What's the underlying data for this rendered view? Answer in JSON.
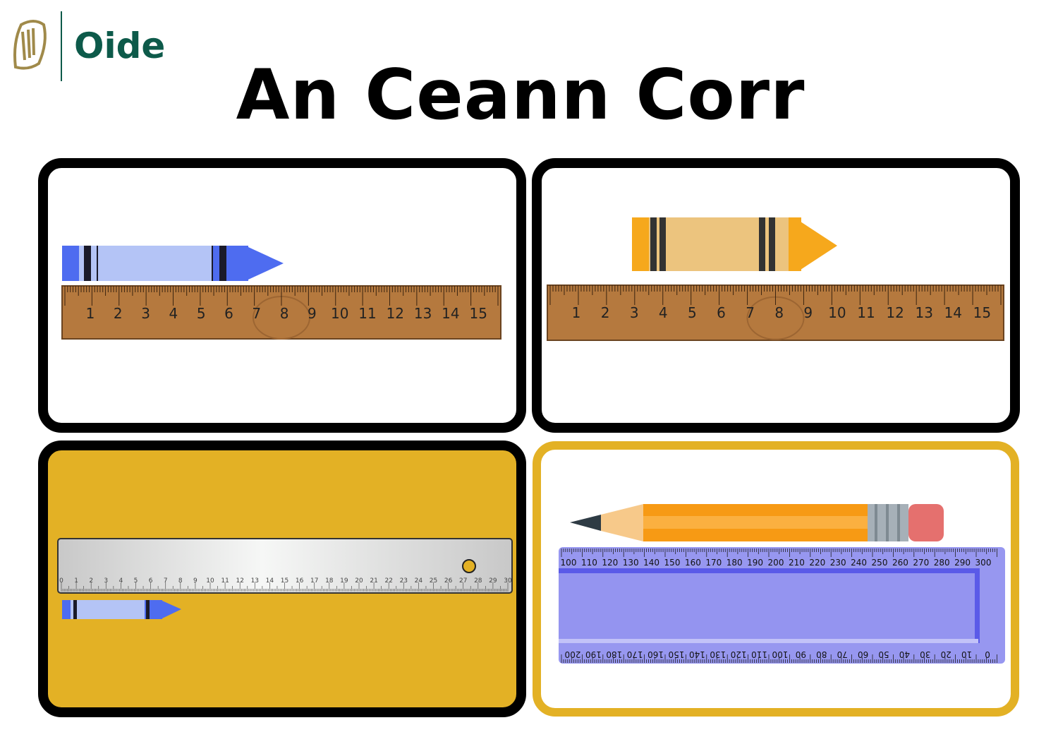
{
  "logo": {
    "name": "Oide",
    "emblem": "harp-icon"
  },
  "title": "An Ceann Corr",
  "colors": {
    "gold": "#e3b125",
    "black": "#000000",
    "oide_green": "#0d5a4a",
    "wood": "#b5793e",
    "crayon_blue": "#4e6cf0",
    "crayon_orange": "#f6a81c",
    "ruler_purple": "#9797f0"
  },
  "panels": [
    {
      "id": "top-left",
      "ruler_labels": [
        "1",
        "2",
        "3",
        "4",
        "5",
        "6",
        "7",
        "8",
        "9",
        "10",
        "11",
        "12",
        "13",
        "14",
        "15"
      ]
    },
    {
      "id": "top-right",
      "ruler_labels": [
        "1",
        "2",
        "3",
        "4",
        "5",
        "6",
        "7",
        "8",
        "9",
        "10",
        "11",
        "12",
        "13",
        "14",
        "15"
      ]
    },
    {
      "id": "bottom-left",
      "ruler_labels": [
        "0",
        "1",
        "2",
        "3",
        "4",
        "5",
        "6",
        "7",
        "8",
        "9",
        "10",
        "11",
        "12",
        "13",
        "14",
        "15",
        "16",
        "17",
        "18",
        "19",
        "20",
        "21",
        "22",
        "23",
        "24",
        "25",
        "26",
        "27",
        "28",
        "29",
        "30"
      ]
    },
    {
      "id": "bottom-right",
      "ruler_top_labels": [
        "100",
        "110",
        "120",
        "130",
        "140",
        "150",
        "160",
        "170",
        "180",
        "190",
        "200",
        "210",
        "220",
        "230",
        "240",
        "250",
        "260",
        "270",
        "280",
        "290",
        "300"
      ],
      "ruler_bottom_labels": [
        "200",
        "190",
        "180",
        "170",
        "160",
        "150",
        "140",
        "130",
        "120",
        "110",
        "100",
        "90",
        "80",
        "70",
        "60",
        "50",
        "40",
        "30",
        "20",
        "10",
        "0"
      ]
    }
  ]
}
